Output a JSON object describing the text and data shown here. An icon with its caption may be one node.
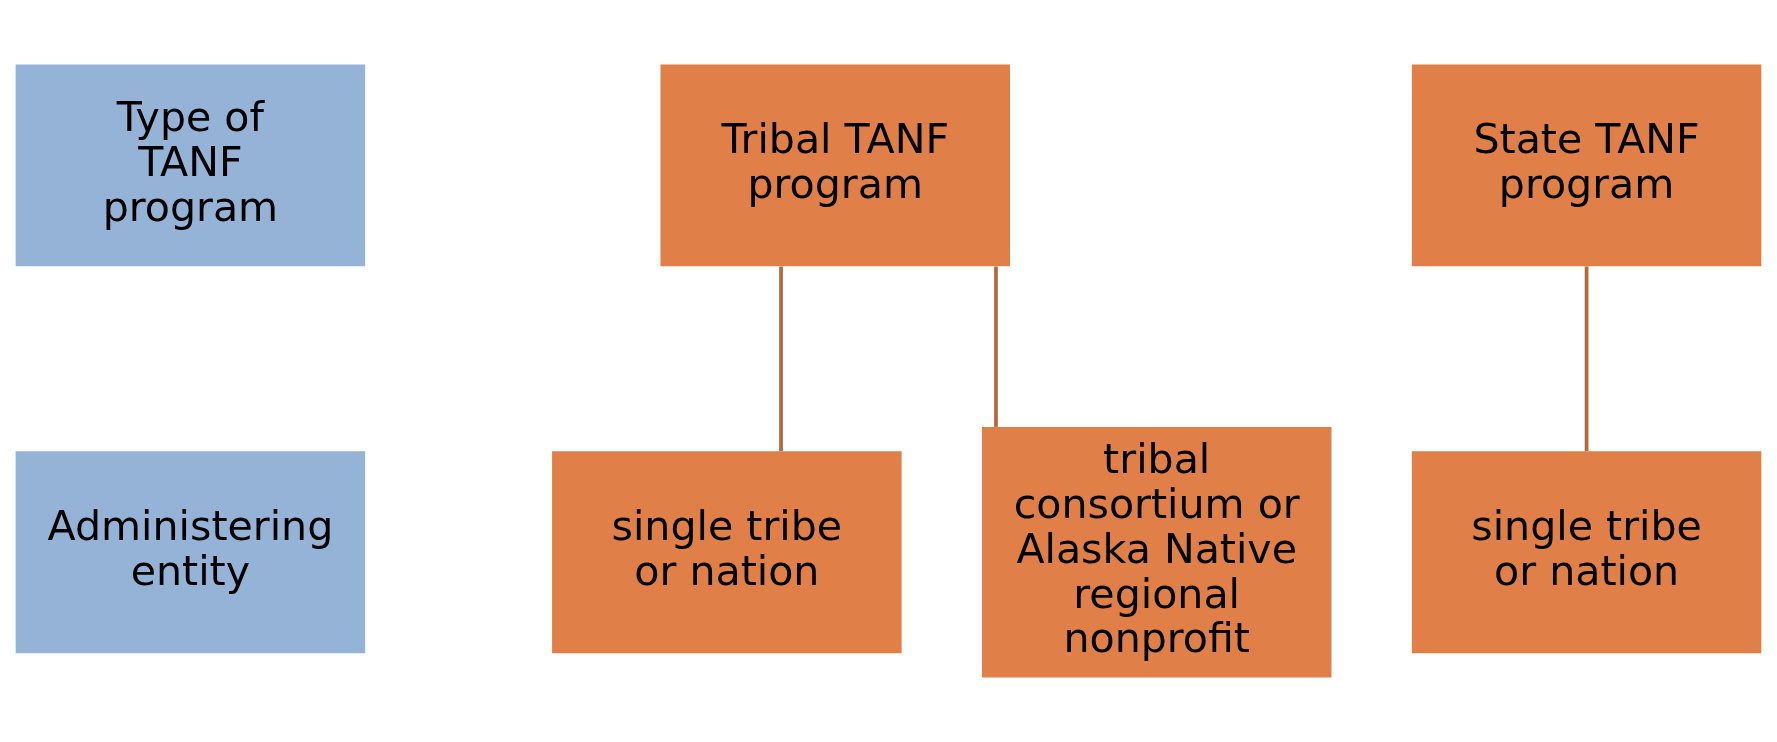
{
  "diagram": {
    "nodes": [
      {
        "text": [
          "Type of TANF program"
        ]
      },
      {
        "text": [
          "Tribal TANF program"
        ]
      },
      {
        "text": [
          "State TANF program"
        ]
      },
      {
        "text": [
          "Administering entity"
        ]
      },
      {
        "text": [
          "single tribe or nation"
        ]
      },
      {
        "text": [
          "tribal consortium or Alaska Native regional nonprofit"
        ]
      },
      {
        "text": [
          "single tribe or nation"
        ]
      }
    ],
    "edges": [
      {
        "from": 1,
        "to": 4,
        "arrow": "none"
      },
      {
        "from": 1,
        "to": 5,
        "arrow": "none"
      },
      {
        "from": 2,
        "to": 6,
        "arrow": "none"
      }
    ]
  }
}
